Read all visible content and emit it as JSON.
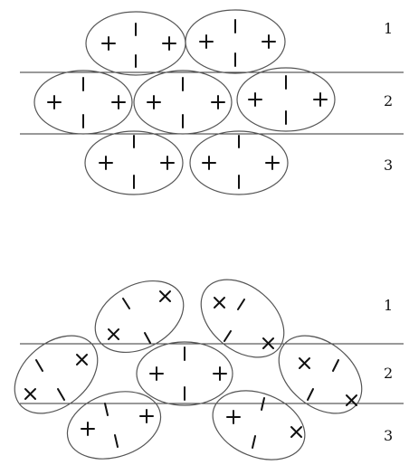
{
  "top_panel": {
    "row_labels": [
      "1",
      "2",
      "3"
    ]
  },
  "bottom_panel": {
    "row_labels": [
      "1",
      "2",
      "3"
    ]
  }
}
